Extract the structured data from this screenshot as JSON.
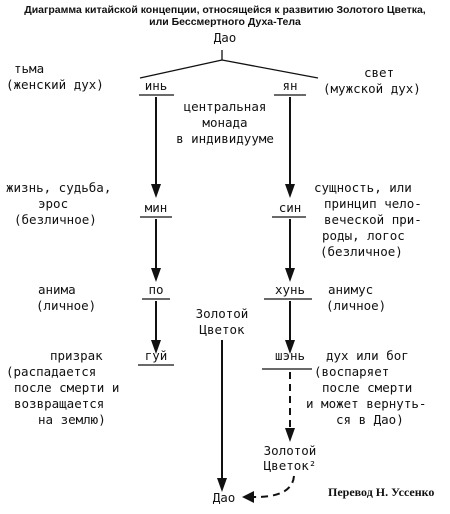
{
  "title": {
    "line1": "Диаграмма китайской концепции, относящейся к развитию Золотого Цветка,",
    "line2": "или Бессмертного Духа-Тела"
  },
  "nodes": {
    "dao_top": "Дао",
    "yin": "инь",
    "yang": "ян",
    "min": "мин",
    "sin": "син",
    "po": "по",
    "hun": "хунь",
    "gui": "гуй",
    "shen": "шэнь",
    "golden_flower_2": {
      "line1": "Золотой",
      "line2": "Цветок²"
    },
    "dao_bottom": "Дао"
  },
  "labels": {
    "darkness": {
      "line1": "тьма",
      "line2": "(женский дух)"
    },
    "light": {
      "line1": "свет",
      "line2": "(мужской дух)"
    },
    "monad": {
      "line1": "центральная",
      "line2": "монада",
      "line3": "в индивидууме"
    },
    "life": {
      "line1": "жизнь, судьба,",
      "line2": "эрос",
      "line3": "(безличное)"
    },
    "essence": {
      "line1": "сущность, или",
      "line2": "принцип чело-",
      "line3": "веческой при-",
      "line4": "роды, логос",
      "line5": "(безличное)"
    },
    "anima": {
      "line1": "анима",
      "line2": "(личное)"
    },
    "animus": {
      "line1": "анимус",
      "line2": "(личное)"
    },
    "golden_flower": {
      "line1": "Золотой",
      "line2": "Цветок"
    },
    "ghost": {
      "line1": "призрак",
      "line2": "(распадается",
      "line3": "после смерти и",
      "line4": "возвращается",
      "line5": "на землю)"
    },
    "spirit": {
      "line1": "дух или бог",
      "line2": "(воспаряет",
      "line3": "после смерти",
      "line4": "и может вернуть-",
      "line5": "ся в Дао)"
    }
  },
  "credit": "Перевод Н. Уссенко"
}
